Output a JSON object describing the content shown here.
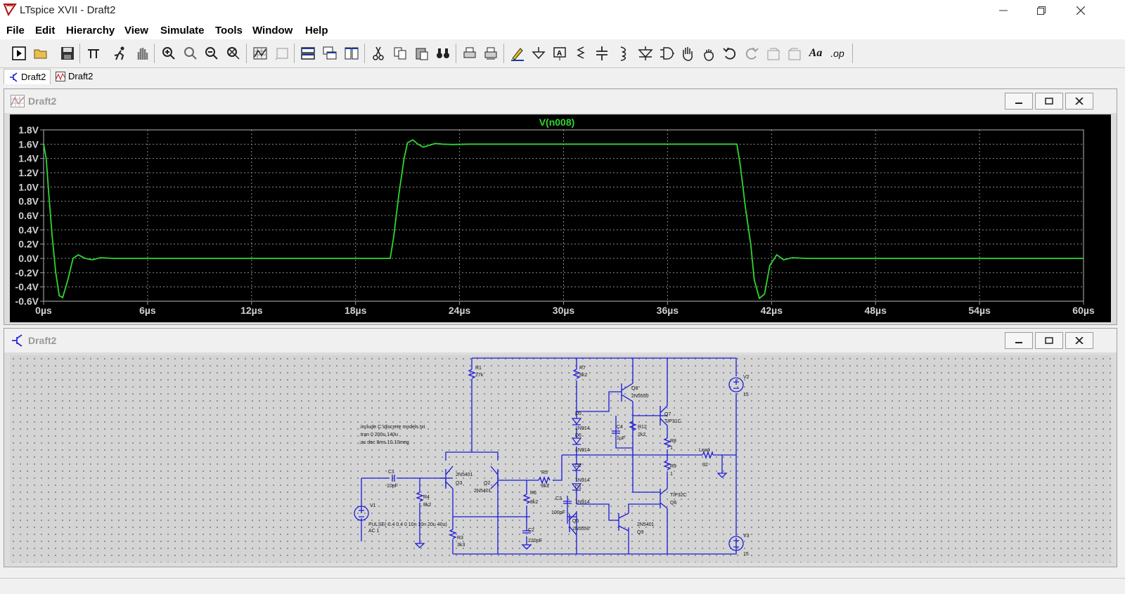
{
  "window": {
    "title": "LTspice XVII - Draft2"
  },
  "menu": [
    "File",
    "Edit",
    "Hierarchy",
    "View",
    "Simulate",
    "Tools",
    "Window",
    "Help"
  ],
  "tabs": [
    {
      "label": "Draft2",
      "kind": "schematic",
      "active": true
    },
    {
      "label": "Draft2",
      "kind": "waveform",
      "active": false
    }
  ],
  "waveform_window": {
    "title": "Draft2"
  },
  "schematic_window": {
    "title": "Draft2"
  },
  "toolbar_text": {
    "font": "Aa",
    "op": ".op"
  },
  "colors": {
    "trace": "#30d630",
    "plot_bg": "#000000",
    "wire": "#1a1adb",
    "grid": "#7a7a7a"
  },
  "chart_data": {
    "type": "line",
    "title": "V(n008)",
    "xlabel": "",
    "ylabel": "",
    "x_ticks": [
      "0µs",
      "6µs",
      "12µs",
      "18µs",
      "24µs",
      "30µs",
      "36µs",
      "42µs",
      "48µs",
      "54µs",
      "60µs"
    ],
    "y_ticks": [
      "1.8V",
      "1.6V",
      "1.4V",
      "1.2V",
      "1.0V",
      "0.8V",
      "0.6V",
      "0.4V",
      "0.2V",
      "0.0V",
      "-0.2V",
      "-0.4V",
      "-0.6V"
    ],
    "xlim": [
      0,
      60
    ],
    "ylim": [
      -0.6,
      1.8
    ],
    "grid": true,
    "series": [
      {
        "name": "V(n008)",
        "x": [
          0,
          0.15,
          0.3,
          0.5,
          0.7,
          0.9,
          1.1,
          1.4,
          1.7,
          2.0,
          2.4,
          2.8,
          3.3,
          4.0,
          20.0,
          20.2,
          20.5,
          20.8,
          21.0,
          21.3,
          21.6,
          21.9,
          22.2,
          22.6,
          23.0,
          23.6,
          24.5,
          40.0,
          40.2,
          40.5,
          40.8,
          41.0,
          41.3,
          41.6,
          41.9,
          42.3,
          42.7,
          43.2,
          44.0,
          60.0
        ],
        "y": [
          1.6,
          1.4,
          0.9,
          0.3,
          -0.2,
          -0.52,
          -0.55,
          -0.3,
          0.0,
          0.05,
          0.0,
          -0.02,
          0.01,
          0.0,
          0.0,
          0.3,
          0.9,
          1.4,
          1.62,
          1.66,
          1.6,
          1.56,
          1.58,
          1.61,
          1.6,
          1.595,
          1.6,
          1.6,
          1.3,
          0.7,
          0.2,
          -0.3,
          -0.56,
          -0.5,
          -0.1,
          0.05,
          -0.02,
          0.01,
          0.0,
          0.0
        ]
      }
    ]
  },
  "schematic": {
    "directives": [
      ".include C:\\discrete models.txt",
      ".tran 0 200u 140u",
      ";ac dec 8ms 10 10meg"
    ],
    "components": [
      {
        "ref": "R1",
        "value": "27k"
      },
      {
        "ref": "R7",
        "value": "8k2"
      },
      {
        "ref": "Q8",
        "value": "2N5550"
      },
      {
        "ref": "Q7",
        "value": "TIP31C"
      },
      {
        "ref": "C4",
        "value": "1µF"
      },
      {
        "ref": "R12",
        "value": "2k2"
      },
      {
        "ref": "R8",
        "value": "1"
      },
      {
        "ref": "R9",
        "value": "1"
      },
      {
        "ref": "Load",
        "value": "32"
      },
      {
        "ref": "D5",
        "value": "1N914"
      },
      {
        "ref": "D6",
        "value": "1N914"
      },
      {
        "ref": "D2",
        "value": "1N914"
      },
      {
        "ref": "D1",
        "value": "1N914"
      },
      {
        "ref": "C1",
        "value": "10pF"
      },
      {
        "ref": "Q3",
        "value": "2N5401"
      },
      {
        "ref": "Q2",
        "value": "2N5401"
      },
      {
        "ref": "R5",
        "value": "8k2"
      },
      {
        "ref": "R4",
        "value": "8k2"
      },
      {
        "ref": "R6",
        "value": "8k2"
      },
      {
        "ref": "C3",
        "value": "100pF"
      },
      {
        "ref": "Q5",
        "value": "2N5550"
      },
      {
        "ref": "C2",
        "value": "220pF"
      },
      {
        "ref": "R3",
        "value": "3k3"
      },
      {
        "ref": "Q9",
        "value": "2N5401"
      },
      {
        "ref": "Q6",
        "value": "TIP32C"
      },
      {
        "ref": "V2",
        "value": "15"
      },
      {
        "ref": "V3",
        "value": "15"
      },
      {
        "ref": "V1",
        "value": "PULSE(-0.4 0.4 0 10n 10n 20u 40u)",
        "extra": "AC 1"
      }
    ]
  }
}
